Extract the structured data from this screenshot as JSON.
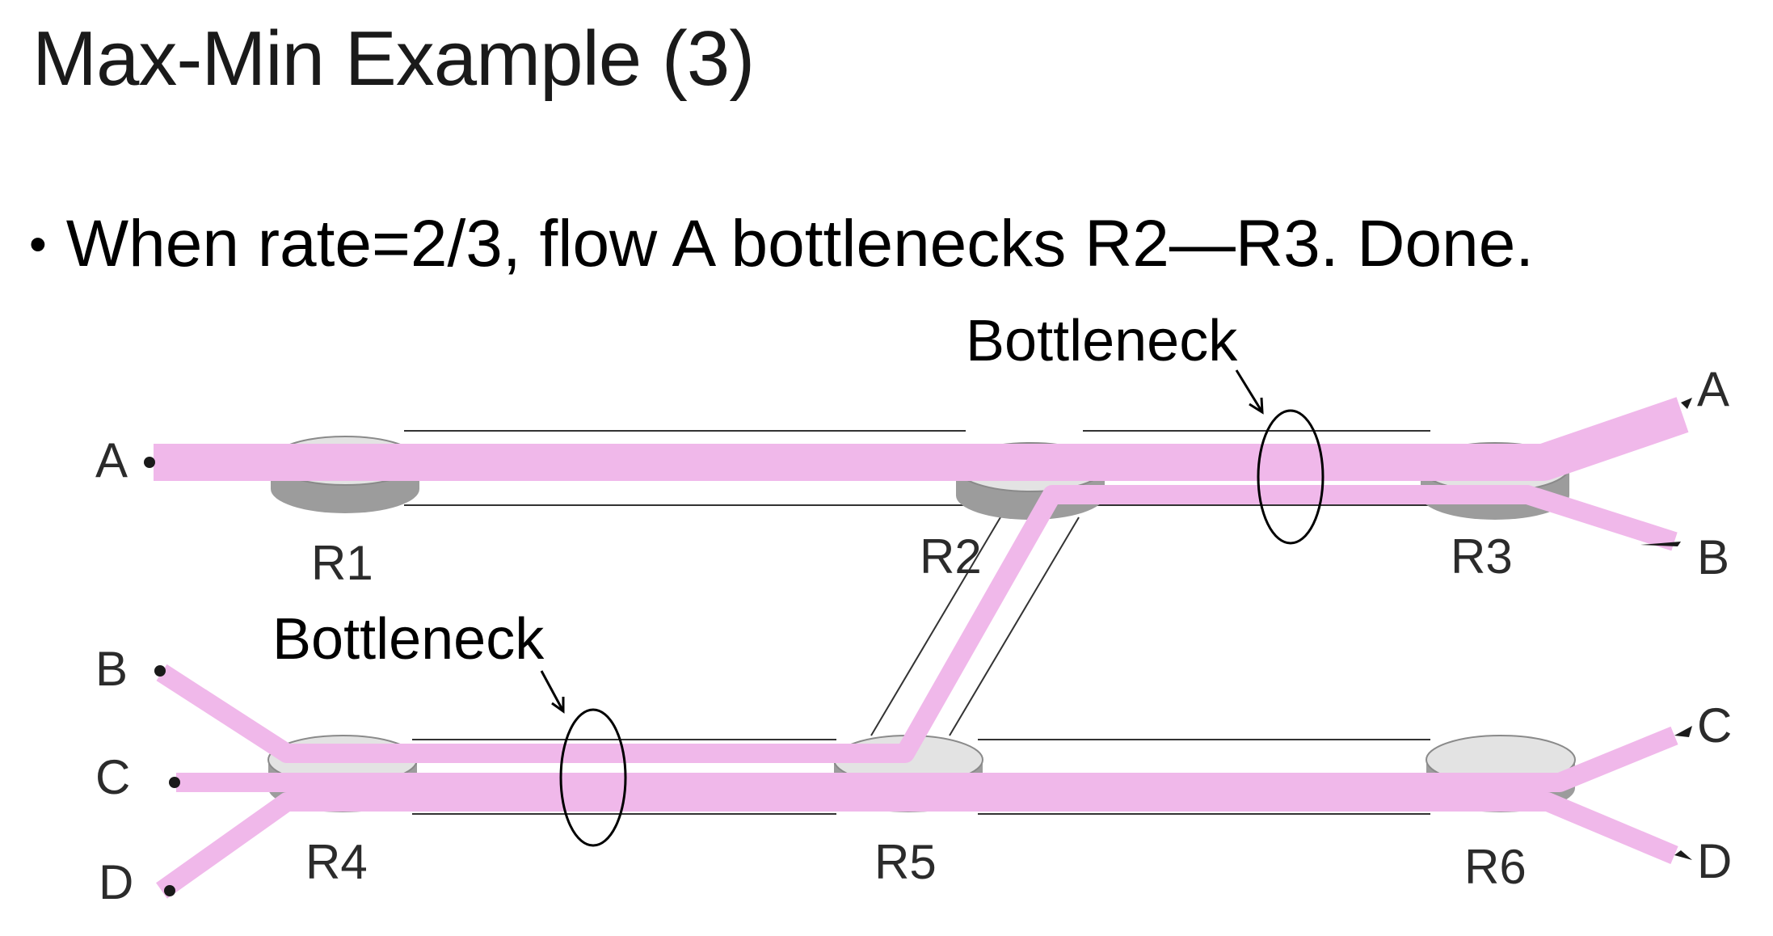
{
  "slide": {
    "title": "Max-Min Example (3)",
    "bullet": "When rate=2/3, flow A bottlenecks R2—R3. Done."
  },
  "diagram": {
    "routers": {
      "r1": "R1",
      "r2": "R2",
      "r3": "R3",
      "r4": "R4",
      "r5": "R5",
      "r6": "R6"
    },
    "endpoints": {
      "a_in": "A",
      "a_out": "A",
      "b_in": "B",
      "b_out": "B",
      "c_in": "C",
      "c_out": "C",
      "d_in": "D",
      "d_out": "D"
    },
    "callouts": {
      "top": "Bottleneck",
      "bottom": "Bottleneck"
    },
    "colors": {
      "flow": "#f0b8ea",
      "router_top": "#e3e3e3",
      "router_side": "#9c9c9c",
      "link_line": "#333333",
      "ellipse": "#000000"
    }
  }
}
